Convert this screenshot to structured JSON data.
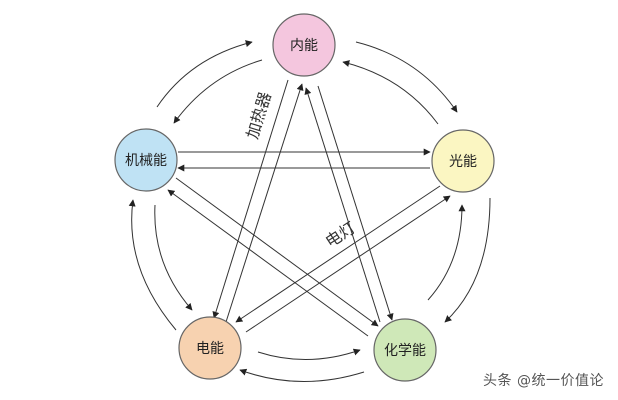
{
  "nodes": {
    "internal": {
      "label": "内能",
      "color": "#f4c6de"
    },
    "light": {
      "label": "光能",
      "color": "#fbf6c2"
    },
    "chemical": {
      "label": "化学能",
      "color": "#cfe8b8"
    },
    "electric": {
      "label": "电能",
      "color": "#f7d2b0"
    },
    "mechanical": {
      "label": "机械能",
      "color": "#bfe2f4"
    }
  },
  "edge_labels": {
    "heater": "加热器",
    "lamp": "电灯"
  },
  "watermark": "头条 @统一价值论"
}
